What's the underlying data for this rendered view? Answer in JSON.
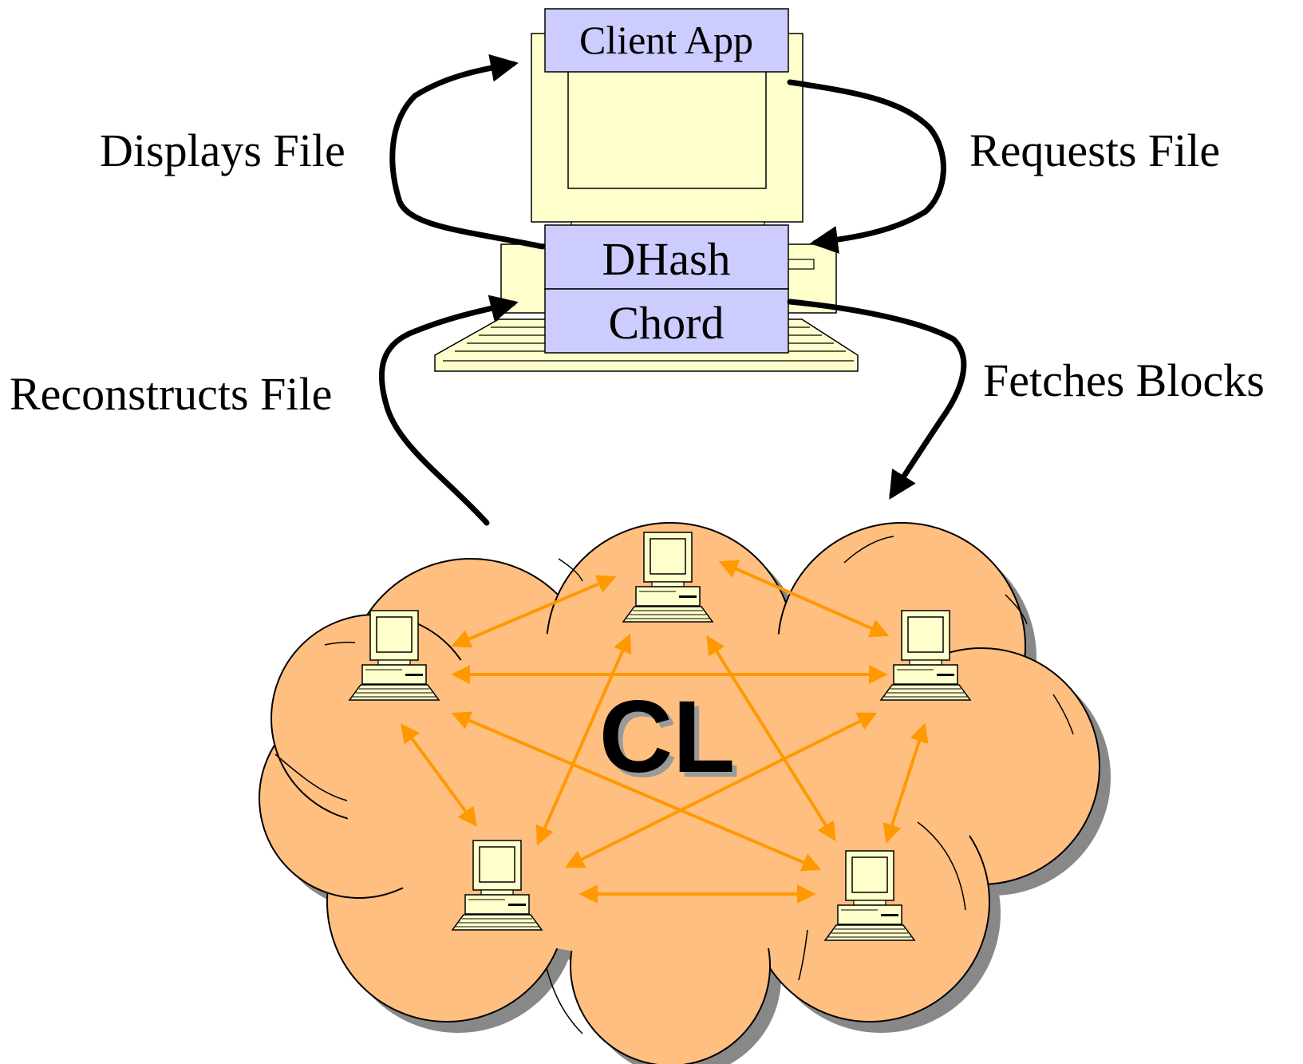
{
  "client_stack": {
    "app_label": "Client App",
    "dhash_label": "DHash",
    "chord_label": "Chord"
  },
  "labels": {
    "displays_file": "Displays File",
    "requests_file": "Requests File",
    "reconstructs_file": "Reconstructs File",
    "fetches_blocks": "Fetches Blocks"
  },
  "cloud": {
    "label": "CL",
    "node_count": 5,
    "node_icon": "desktop-computer-icon"
  },
  "colors": {
    "layer_fill": "#ccccff",
    "computer_fill": "#ffffcc",
    "cloud_fill": "#ffbf80",
    "cloud_shadow": "#888888",
    "peer_arrow": "#ff9900",
    "flow_arrow": "#000000"
  }
}
